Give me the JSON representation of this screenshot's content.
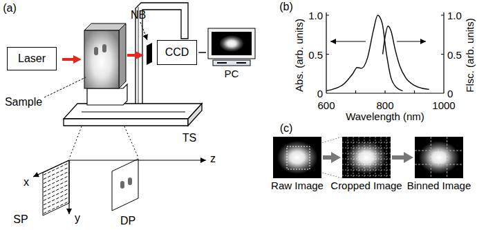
{
  "diagram": {
    "nodes": [
      {
        "text": [
          "Laser"
        ]
      },
      {
        "text": [
          "CCD"
        ]
      },
      {
        "text": [
          "PC"
        ]
      },
      {
        "text": [
          "Raw Image"
        ]
      },
      {
        "text": [
          "Cropped Image"
        ]
      },
      {
        "text": [
          "Binned Image"
        ]
      }
    ],
    "edges": [
      {
        "from": 1,
        "to": 2,
        "arrow": "none"
      },
      {
        "from": 3,
        "to": 4,
        "arrow": "to"
      },
      {
        "from": 4,
        "to": 5,
        "arrow": "to"
      }
    ],
    "labels": [
      "(a)",
      "(b)",
      "(c)",
      "Sample",
      "NB",
      "TS",
      "SP",
      "DP",
      "x",
      "y",
      "z",
      "Abs. (arb. units)",
      "Flsc. (arb. units)",
      "Wavelength (nm)",
      "1.0",
      "0.5",
      "0",
      "1.0",
      "0.5",
      "0",
      "600",
      "800",
      "1000"
    ]
  }
}
